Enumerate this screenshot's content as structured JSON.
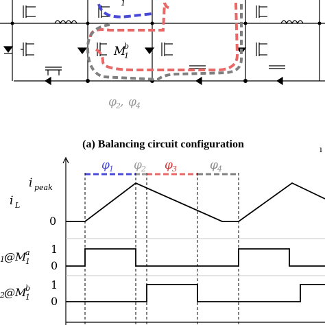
{
  "circuit": {
    "transistor_label": "M",
    "transistor_sub": "1",
    "transistor_sup": "b",
    "phase_label": "φ",
    "phase_a_sub": "2",
    "phase_separator": ", ",
    "phase_b_sub": "4",
    "top_label_fragment": "1"
  },
  "caption": {
    "text": "(a) Balancing circuit configuration"
  },
  "timing": {
    "phases": [
      {
        "label": "φ",
        "sub": "1",
        "color": "#4a4ad8"
      },
      {
        "label": "φ",
        "sub": "2",
        "color": "#9a9a9a"
      },
      {
        "label": "φ",
        "sub": "3",
        "color": "#d23a3a"
      },
      {
        "label": "φ",
        "sub": "4",
        "color": "#8a8a8a"
      }
    ],
    "iL": {
      "label": "i",
      "sub": "L",
      "peak_label": "i",
      "peak_sub": "peak",
      "zero_label": "0"
    },
    "sig_a": {
      "prefix": "1",
      "at": "@",
      "label": "M",
      "sub": "1",
      "sup": "a",
      "one_label": "1",
      "zero_label": "0"
    },
    "sig_b": {
      "prefix": "2",
      "at": "@",
      "label": "M",
      "sub": "1",
      "sup": "b",
      "one_label": "1",
      "zero_label": "0"
    },
    "colors": {
      "blue": "#4a4ad8",
      "red": "#e86868",
      "gray": "#808080"
    }
  }
}
